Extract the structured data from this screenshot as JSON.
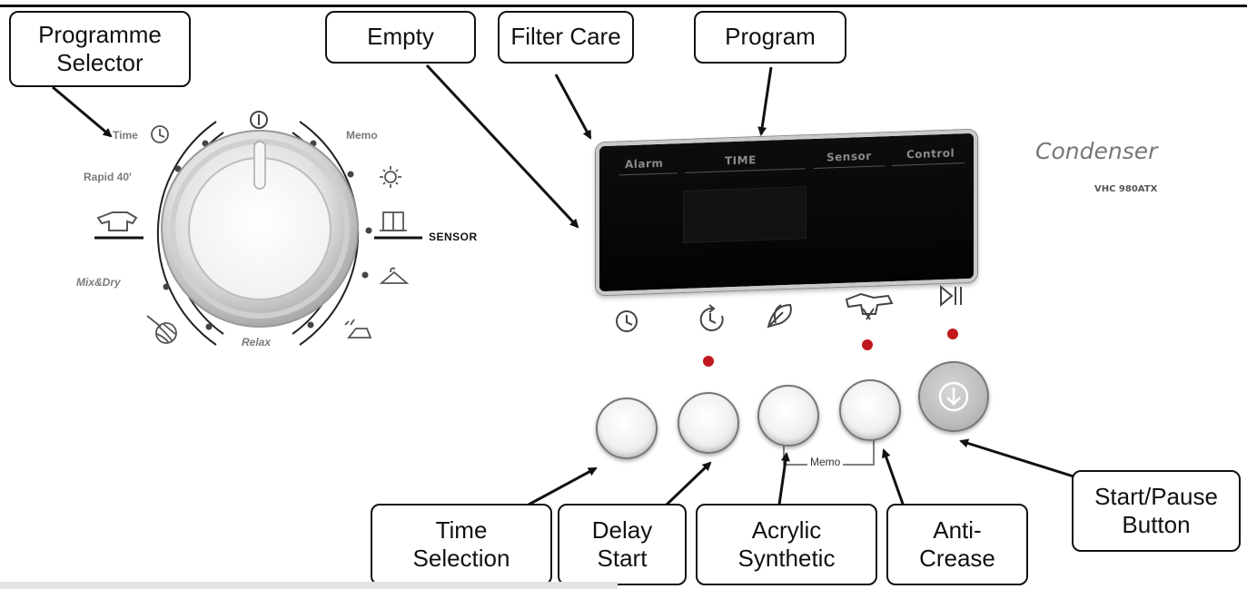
{
  "callouts": {
    "programme_selector": "Programme\nSelector",
    "empty": "Empty",
    "filter_care": "Filter Care",
    "program": "Program",
    "time_selection": "Time\nSelection",
    "delay_start": "Delay\nStart",
    "acrylic_synthetic": "Acrylic\nSynthetic",
    "anti_crease": "Anti-\nCrease",
    "start_pause": "Start/Pause\nButton"
  },
  "dial": {
    "time": "Time",
    "rapid": "Rapid 40'",
    "mix_dry": "Mix&Dry",
    "relax": "Relax",
    "memo": "Memo",
    "sensor": "SENSOR"
  },
  "display": {
    "alarm": "Alarm",
    "time": "TIME",
    "sensor": "Sensor",
    "control": "Control"
  },
  "panel": {
    "brand": "Condenser",
    "model": "VHC 980ATX",
    "memo": "Memo"
  },
  "colors": {
    "led": "#c0181e",
    "display": "#050505"
  },
  "icons": [
    "clock-icon",
    "delay-clock-icon",
    "feather-icon",
    "shirt-iron-icon",
    "play-pause-icon"
  ]
}
